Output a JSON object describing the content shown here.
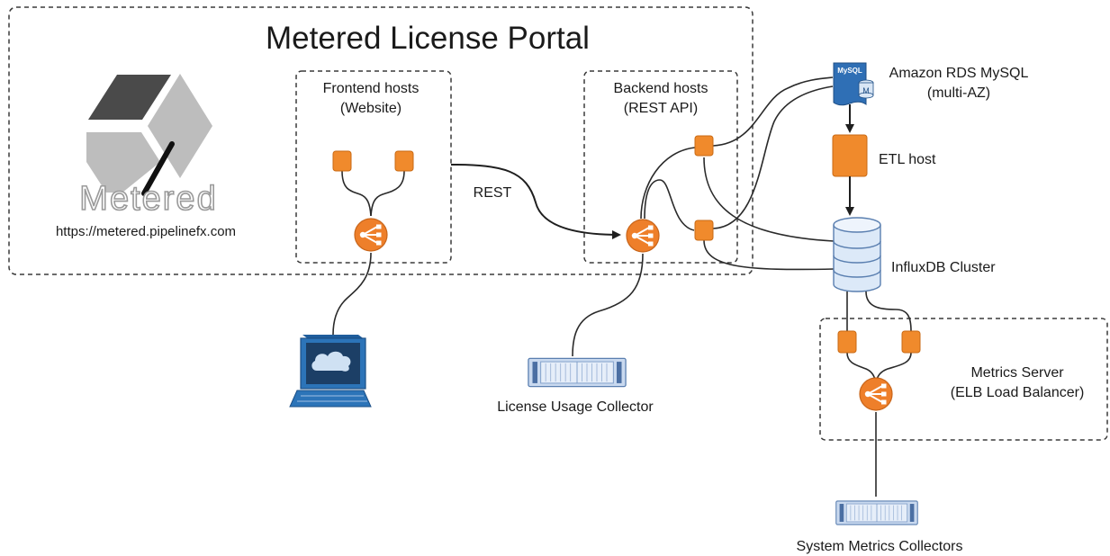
{
  "portal": {
    "title": "Metered License Portal",
    "logo_text": "Metered",
    "url": "https://metered.pipelinefx.com"
  },
  "frontend": {
    "label_line1": "Frontend hosts",
    "label_line2": "(Website)"
  },
  "backend": {
    "label_line1": "Backend hosts",
    "label_line2": "(REST API)"
  },
  "rest_label": "REST",
  "rds": {
    "label_line1": "Amazon RDS MySQL",
    "label_line2": "(multi-AZ)",
    "icon_text": "MySQL",
    "icon_sub": "M"
  },
  "etl": {
    "label": "ETL host"
  },
  "influx": {
    "label": "InfluxDB Cluster"
  },
  "metrics": {
    "label_line1": "Metrics Server",
    "label_line2": "(ELB Load Balancer)"
  },
  "collectors": {
    "license_usage": "License Usage Collector",
    "system_metrics": "System Metrics Collectors"
  },
  "colors": {
    "instance_orange": "#f08a2c",
    "elb_orange": "#ee7f2a",
    "mysql_blue": "#2f6fb5",
    "influx_blue": "#dce9f8",
    "server_blue": "#c9d9ef",
    "monitor_blue": "#2c74b8"
  },
  "icons": {
    "logo": "metered-cube-icon",
    "load_balancer": "elb-icon",
    "instance": "ec2-instance-icon",
    "database": "mysql-database-icon",
    "cluster": "influxdb-cluster-icon",
    "client": "computer-monitor-icon",
    "server": "rack-server-icon"
  }
}
